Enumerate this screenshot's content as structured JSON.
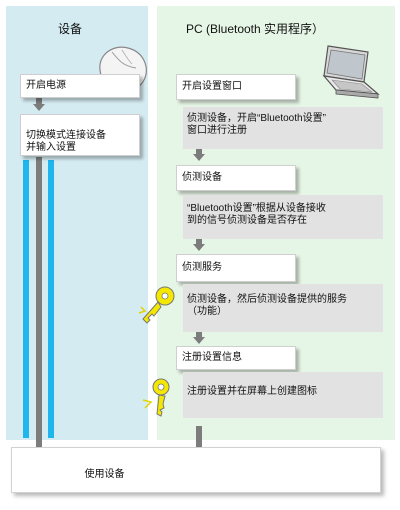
{
  "device_header": "设备",
  "pc_header": "PC (Bluetooth 实用程序）",
  "device_steps": [
    "开启电源",
    "切换模式连接设备\n并输入设置"
  ],
  "pc_steps": [
    {
      "title": "开启设置窗口",
      "desc": "侦测设备，开启“Bluetooth设置”\n窗口进行注册"
    },
    {
      "title": "侦测设备",
      "desc": "“Bluetooth设置”根据从设备接收\n到的信号侦测设备是否存在"
    },
    {
      "title": "侦测服务",
      "desc": "侦测设备，然后侦测设备提供的服务\n（功能）"
    },
    {
      "title": "注册设置信息",
      "desc": "注册设置并在屏幕上创建图标"
    }
  ],
  "final_step": "使用设备",
  "icons": [
    "mouse-icon",
    "laptop-icon",
    "key-icon"
  ],
  "colors": {
    "device_column": "#d4ebf1",
    "pc_column": "#e6f6e6",
    "flow_bar": "#1fb6ee",
    "arrow": "#7c7c7c",
    "key": "#f5e800"
  }
}
